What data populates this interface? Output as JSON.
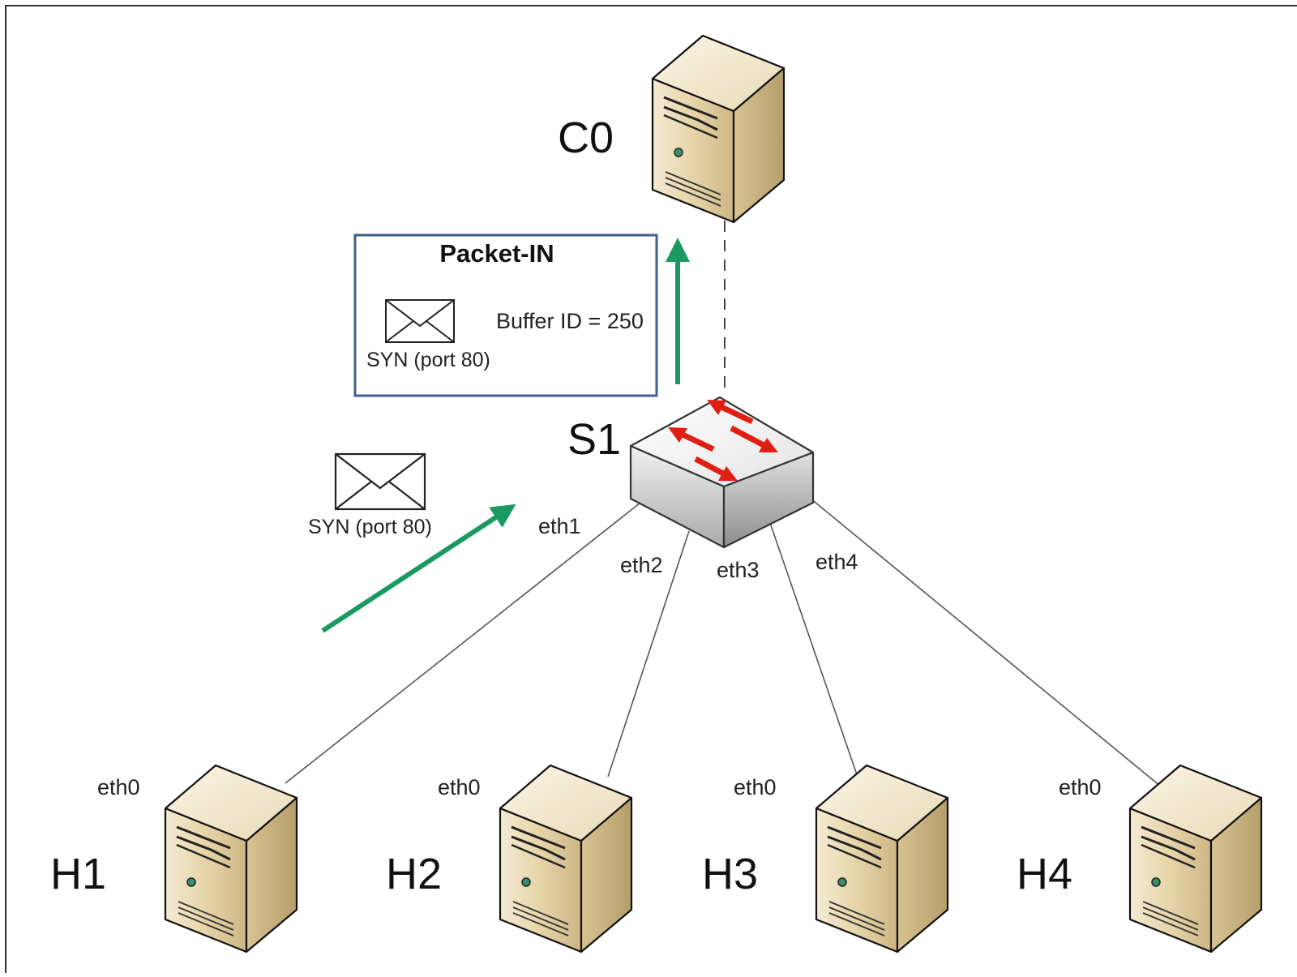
{
  "controller": {
    "label": "C0"
  },
  "switch": {
    "label": "S1",
    "ports": {
      "eth1": "eth1",
      "eth2": "eth2",
      "eth3": "eth3",
      "eth4": "eth4"
    }
  },
  "hosts": [
    {
      "label": "H1",
      "port": "eth0"
    },
    {
      "label": "H2",
      "port": "eth0"
    },
    {
      "label": "H3",
      "port": "eth0"
    },
    {
      "label": "H4",
      "port": "eth0"
    }
  ],
  "packet_in_box": {
    "title": "Packet-IN",
    "buffer": "Buffer ID = 250",
    "syn": "SYN (port 80)"
  },
  "incoming_packet": {
    "syn": "SYN (port 80)"
  },
  "colors": {
    "flow_arrow": "#1a9a60",
    "box_border": "#3f5f8f",
    "switch_arrows": "#e01e14",
    "server_body": "#e2cfa3"
  }
}
